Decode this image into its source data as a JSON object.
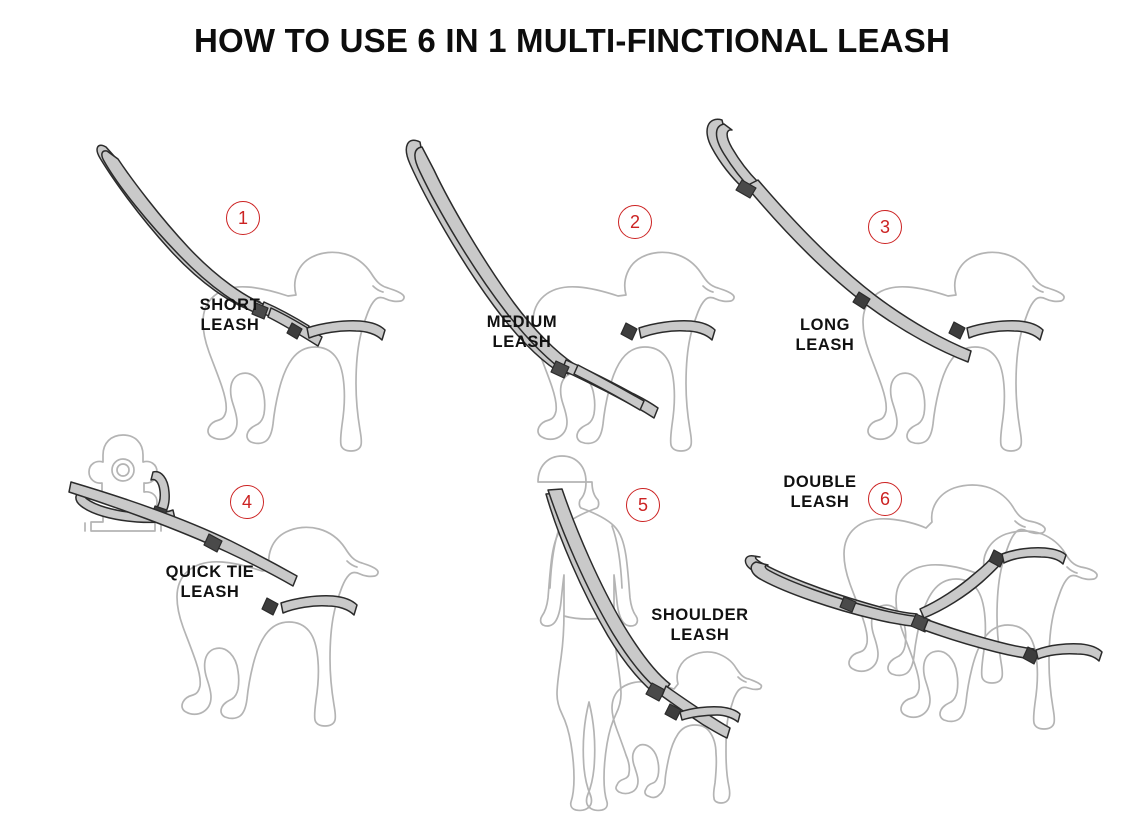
{
  "page": {
    "title": "HOW TO USE 6 IN 1 MULTI-FINCTIONAL LEASH",
    "background_color": "#ffffff",
    "accent_color": "#cc2222",
    "label_color": "#111111",
    "silhouette_color": "#b4b4b4",
    "strap_fill_color": "#c9c9c9",
    "strap_outline_color": "#2b2b2b"
  },
  "panels": [
    {
      "number": "1",
      "label": "SHORT\nLEASH",
      "configuration": "short-leash",
      "subjects": [
        "leash-handle-loop",
        "dog-sitting"
      ]
    },
    {
      "number": "2",
      "label": "MEDIUM\nLEASH",
      "configuration": "medium-leash",
      "subjects": [
        "leash-handle-loop",
        "dog-sitting"
      ]
    },
    {
      "number": "3",
      "label": "LONG\nLEASH",
      "configuration": "long-leash",
      "subjects": [
        "leash-small-loop",
        "dog-sitting"
      ]
    },
    {
      "number": "4",
      "label": "QUICK TIE\nLEASH",
      "configuration": "quick-tie-leash",
      "subjects": [
        "fire-hydrant",
        "dog-sitting"
      ]
    },
    {
      "number": "5",
      "label": "SHOULDER\nLEASH",
      "configuration": "shoulder-leash",
      "subjects": [
        "person-standing",
        "dog-sitting-small"
      ]
    },
    {
      "number": "6",
      "label": "DOUBLE\nLEASH",
      "configuration": "double-leash",
      "subjects": [
        "leash-handle-loop",
        "dog-sitting-rear",
        "dog-sitting-front"
      ]
    }
  ]
}
